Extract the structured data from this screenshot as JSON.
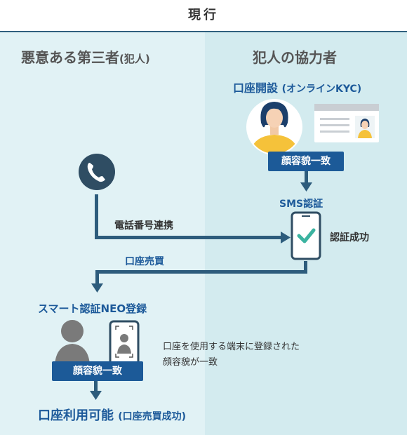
{
  "header": {
    "title": "現行"
  },
  "left": {
    "title": "悪意ある第三者",
    "title_suffix": "(犯人)"
  },
  "right": {
    "title": "犯人の協力者"
  },
  "open_account": {
    "label": "口座開設",
    "label_suffix": "(オンラインKYC)"
  },
  "badges": {
    "face_match_right": "顔容貌一致",
    "face_match_left": "顔容貌一致"
  },
  "sms": {
    "label": "SMS認証",
    "success": "認証成功"
  },
  "flows": {
    "phone_link": "電話番号連携",
    "account_trade": "口座売買"
  },
  "smart": {
    "label": "スマート認証NEO登録"
  },
  "face_desc": {
    "line1": "口座を使用する端末に登録された",
    "line2": "顔容貌が一致"
  },
  "result": {
    "label": "口座利用可能",
    "label_suffix": "(口座売買成功)"
  },
  "icons": {
    "phone": "phone-icon",
    "person_female": "person-female-icon",
    "id_card": "id-card-icon",
    "smartphone_check": "smartphone-check-icon",
    "person_silhouette": "person-silhouette-icon",
    "smartphone_face_scan": "smartphone-face-scan-icon"
  },
  "colors": {
    "accent": "#1c5a98",
    "arrow": "#2d5c7c",
    "left_bg": "#e1f2f5",
    "right_bg": "#d3ebef",
    "check": "#3bb3a0",
    "skin_bg": "#f5c23a",
    "silhouette": "#7a7a7a"
  }
}
